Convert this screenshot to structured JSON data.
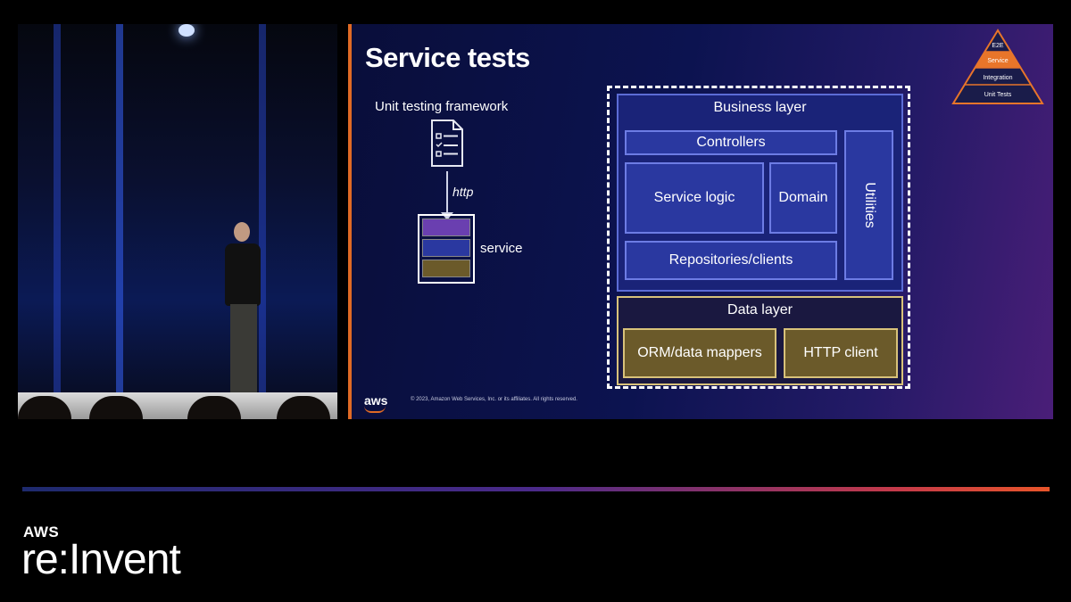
{
  "slide": {
    "title": "Service tests",
    "framework_label": "Unit testing framework",
    "http_label": "http",
    "service_label": "service",
    "business_layer": {
      "title": "Business layer",
      "controllers": "Controllers",
      "service_logic": "Service logic",
      "domain": "Domain",
      "utilities": "Utilities",
      "repositories": "Repositories/clients"
    },
    "data_layer": {
      "title": "Data layer",
      "orm": "ORM/data mappers",
      "http_client": "HTTP client"
    },
    "pyramid": {
      "levels": [
        "E2E",
        "Service",
        "Integration",
        "Unit Tests"
      ],
      "highlighted": "Service",
      "highlight_color": "#e8752a"
    },
    "footer_logo": "aws",
    "copyright": "© 2023, Amazon Web Services, Inc. or its affiliates. All rights reserved."
  },
  "stack_colors": [
    "#6a3fb0",
    "#2a38a0",
    "#6b5a2a"
  ],
  "brand": {
    "aws": "AWS",
    "reinvent": "re:Invent"
  },
  "colors": {
    "accent": "#e06a25",
    "business_block": "#2a38a0",
    "data_block": "#6b5a2a"
  }
}
